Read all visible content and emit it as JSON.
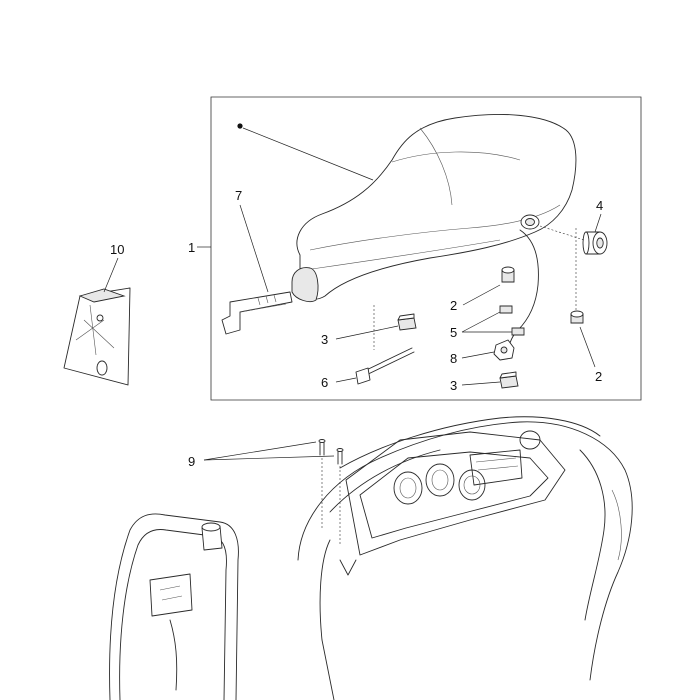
{
  "diagram": {
    "assembly_mark": "•",
    "callouts": {
      "c1": "1",
      "c2a": "2",
      "c2b": "2",
      "c3a": "3",
      "c3b": "3",
      "c4": "4",
      "c5": "5",
      "c6": "6",
      "c7": "7",
      "c8": "8",
      "c9": "9",
      "c10": "10"
    }
  }
}
